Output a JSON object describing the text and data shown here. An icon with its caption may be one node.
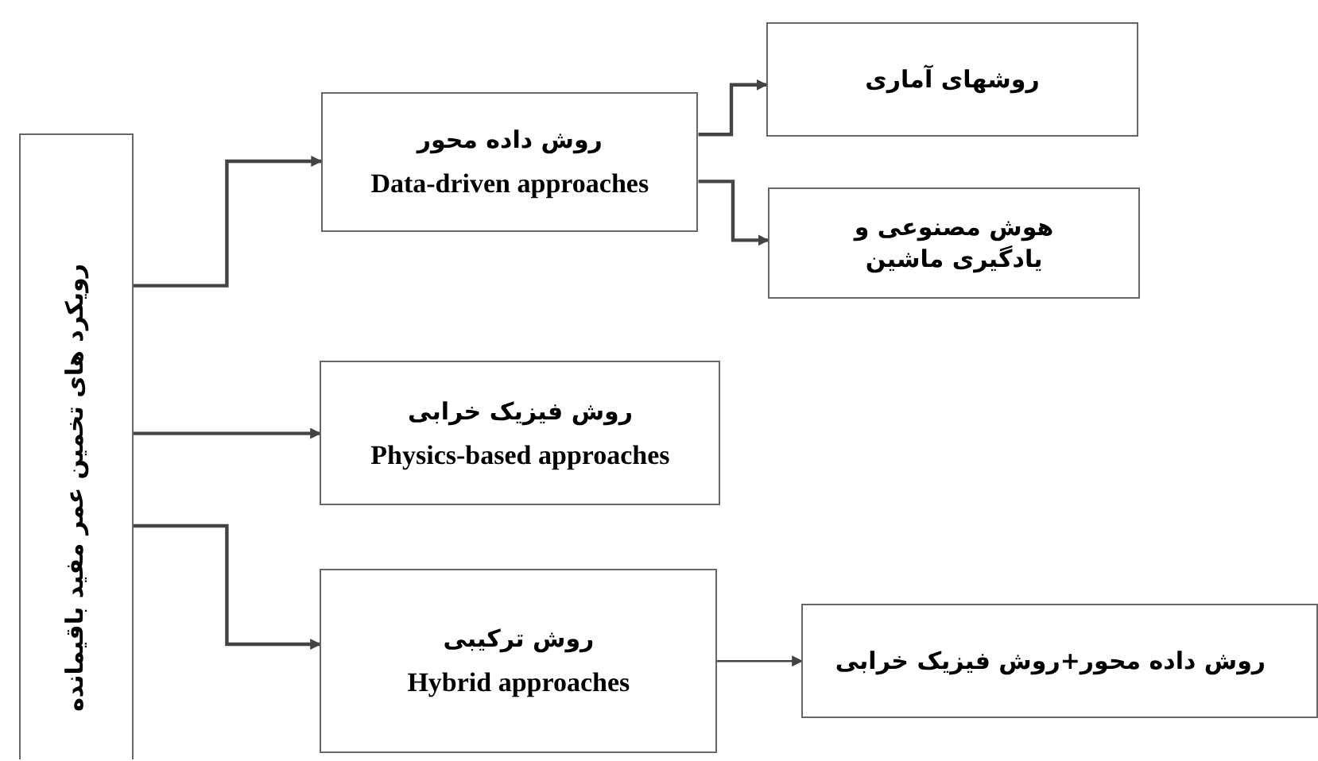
{
  "diagram": {
    "nodes": [
      {
        "text": [
          "رویکرد های تخمین عمر مفید باقیمانده"
        ]
      },
      {
        "text": [
          "روش داده محور",
          "Data-driven approaches"
        ]
      },
      {
        "text": [
          "روش فیزیک خرابی",
          "Physics-based approaches"
        ]
      },
      {
        "text": [
          "روش ترکیبی",
          "Hybrid approaches"
        ]
      },
      {
        "text": [
          "روشهای آماری"
        ]
      },
      {
        "text": [
          "هوش مصنوعی و یادگیری ماشین"
        ]
      },
      {
        "text": [
          "روش داده محور+روش فیزیک خرابی"
        ]
      }
    ],
    "edges": [
      {
        "from": 0,
        "to": 1,
        "arrow": "to"
      },
      {
        "from": 0,
        "to": 2,
        "arrow": "to"
      },
      {
        "from": 0,
        "to": 3,
        "arrow": "to"
      },
      {
        "from": 1,
        "to": 4,
        "arrow": "to"
      },
      {
        "from": 1,
        "to": 5,
        "arrow": "to"
      },
      {
        "from": 3,
        "to": 6,
        "arrow": "to"
      }
    ]
  }
}
